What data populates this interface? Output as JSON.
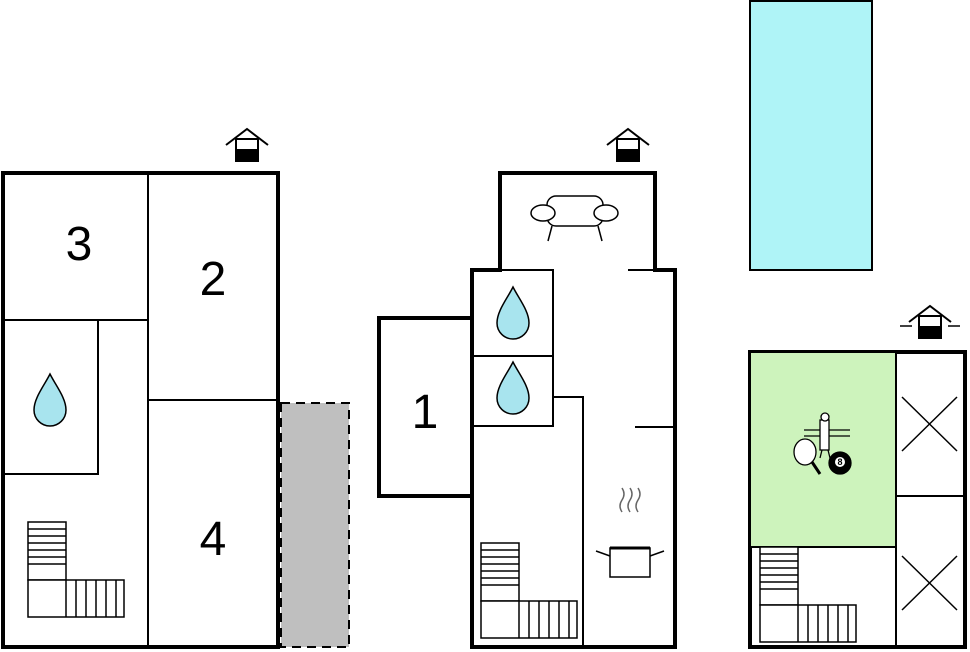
{
  "colors": {
    "wall": "#000000",
    "water": "#a8e4ee",
    "pool": "#aff4f7",
    "game_room": "#cdf3bc",
    "terrace": "#bfbfbf",
    "background": "#ffffff"
  },
  "rooms": {
    "room_3": "3",
    "room_2": "2",
    "room_4": "4",
    "room_1": "1"
  },
  "icons": {
    "entrance": "house-entrance-icon",
    "bathroom": "water-drop-icon",
    "stairs": "staircase-icon",
    "living": "sofa-icon",
    "kitchen": "cooking-pot-icon",
    "games": "games-icon",
    "pool": "swimming-pool",
    "storage": "crossed-box"
  },
  "billiard_ball": "8"
}
